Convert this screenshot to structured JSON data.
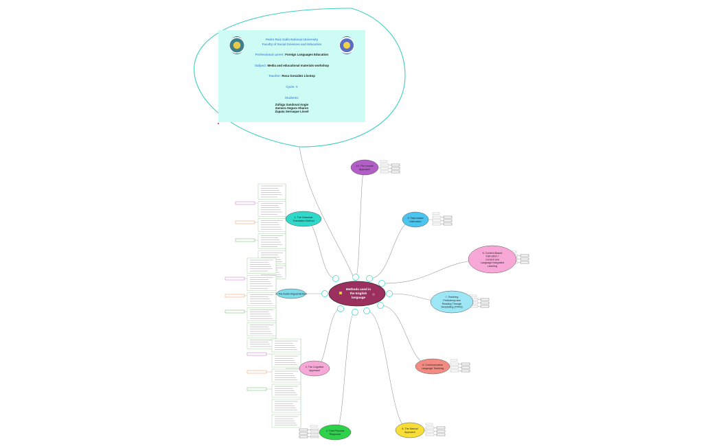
{
  "title_card": {
    "university": "Pedro Ruiz Gallo National University",
    "faculty": "Faculty of Social Sciences and Education",
    "career_label": "Professional career:",
    "career_value": "Foreign Languages Education",
    "subject_label": "Subject:",
    "subject_value": "Media and educational materials workshop",
    "teacher_label": "Teacher:",
    "teacher_value": "Rosa González Llontop",
    "cycle_label": "Cycle:",
    "cycle_value": "V",
    "students_label": "Students:",
    "students": [
      "Zúñiga Sandoval Angie",
      "Zamora Segura Sharon",
      "Zapata Sernaque Lissel"
    ]
  },
  "central": {
    "label_lines": [
      "Methods used in",
      "the English",
      "language"
    ],
    "color": "#9b2f5e"
  },
  "branches": [
    {
      "id": "b1",
      "lines": [
        "1. The Grammar",
        "Translation Method"
      ],
      "color": "#2fd8c8"
    },
    {
      "id": "b2",
      "lines": [
        "2. The Audio-lingual Method"
      ],
      "color": "#7fdbe9"
    },
    {
      "id": "b3",
      "lines": [
        "3. The Cognitive",
        "Approach"
      ],
      "color": "#f7a8d6"
    },
    {
      "id": "b4",
      "lines": [
        "4. Total Physical",
        "Response"
      ],
      "color": "#2ed14a"
    },
    {
      "id": "b5",
      "lines": [
        "5. The Natural",
        "Approach"
      ],
      "color": "#f7dd38"
    },
    {
      "id": "b6",
      "lines": [
        "6. Communicative",
        "Language Teaching"
      ],
      "color": "#f28c82"
    },
    {
      "id": "b7",
      "lines": [
        "7. Teaching",
        "Proficiency and",
        "Reading Through",
        "Storytelling (TPRS)"
      ],
      "color": "#9ce6f5"
    },
    {
      "id": "b8",
      "lines": [
        "8. Content-Based",
        "Instruction /",
        "Content and",
        "Language Integrated",
        "Learning"
      ],
      "color": "#f7a8d6"
    },
    {
      "id": "b9",
      "lines": [
        "9. Task-based",
        "Instruction"
      ],
      "color": "#4bc5f0"
    },
    {
      "id": "b10",
      "lines": [
        "10. The Lexical",
        "Approach"
      ],
      "color": "#b25ec7"
    }
  ],
  "colors": {
    "connector": "#9a9a9a",
    "balloon": "#3ccfc0",
    "box_border": "#7ac47a",
    "label_purple": "#c65ad0",
    "label_orange": "#ef8a43",
    "label_green": "#55b455"
  }
}
